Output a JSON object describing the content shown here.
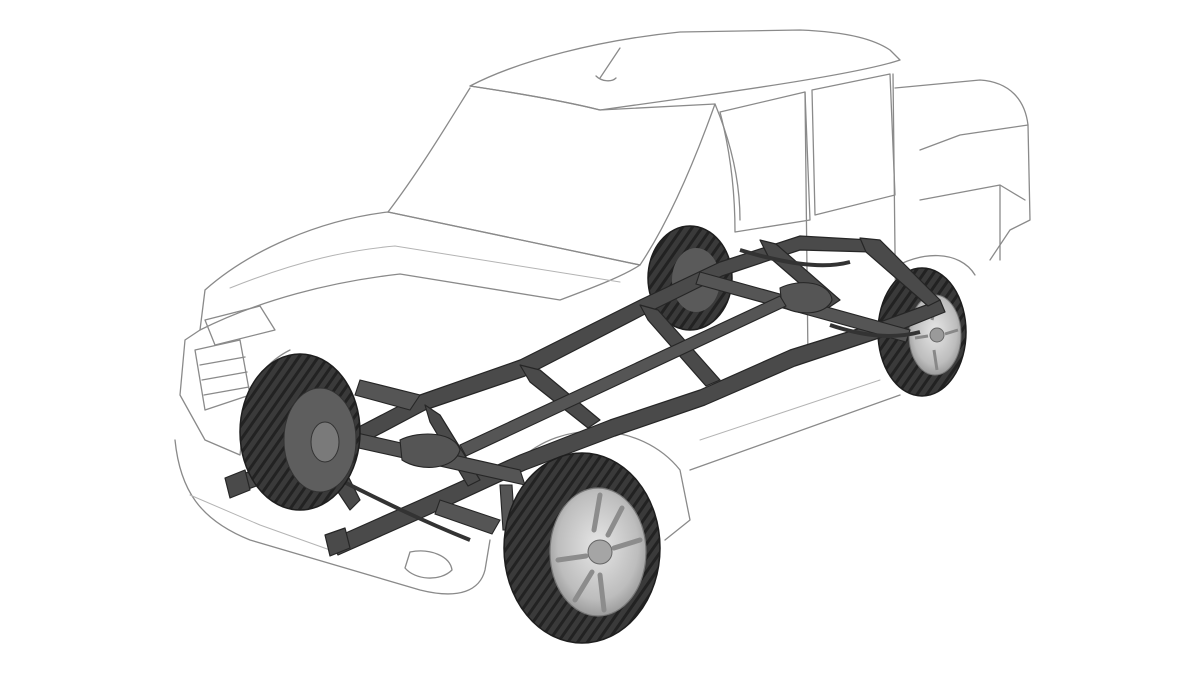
{
  "colors": {
    "background": "#ffffff",
    "body_outline": "#8a8a8a",
    "frame": "#4a4a4a",
    "frame_dark": "#2f2f2f",
    "tire": "#3a3a3a",
    "tire_tread": "#262626",
    "rim": "#c8c8c8"
  },
  "parts": {
    "vehicle": "pickup-truck-outline",
    "chassis": "ladder-frame",
    "wheels": [
      "front-left-wheel",
      "front-right-wheel",
      "rear-left-wheel",
      "rear-right-wheel"
    ]
  }
}
